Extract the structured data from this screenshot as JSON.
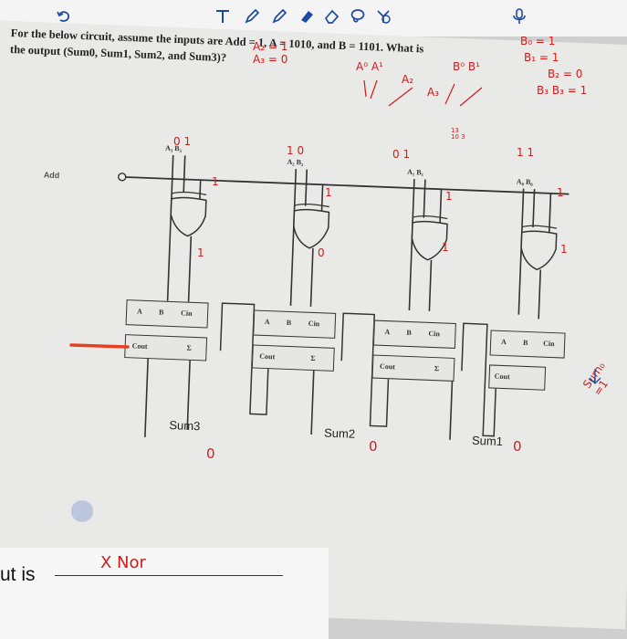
{
  "question": {
    "line1": "For the below circuit, assume the inputs are Add = 1, A = 1010, and B = 1101. What is",
    "line2": "the output (Sum0, Sum1, Sum2, and Sum3)?"
  },
  "circuit": {
    "add_label": "Add",
    "pin_a": "A",
    "pin_b": "B",
    "pin_cin": "Cin",
    "pin_cout": "Cout",
    "pin_sigma": "Σ",
    "stages": [
      {
        "inputs": "A₃ B₃",
        "sum_label": "Sum3"
      },
      {
        "inputs": "A₂ B₂",
        "sum_label": "Sum2"
      },
      {
        "inputs": "A₁ B₁",
        "sum_label": "Sum1"
      },
      {
        "inputs": "A₀ B₀",
        "sum_label": "Sum0"
      }
    ]
  },
  "annotations": {
    "a2": "A₂ = 1",
    "a3": "A₃ = 0",
    "b0": "B₀ = 1",
    "b1": "B₁ = 1",
    "b2": "B₂ = 0",
    "b3": "B₃ B₃ = 1",
    "a_labels": "A⁰ A¹",
    "a2_arrow": "A₂",
    "a3_arrow": "A₃",
    "b_labels": "B⁰ B¹",
    "calc": "13 10 3",
    "stage3_bits": "0 1",
    "stage2_bits": "1 0",
    "stage1_bits": "0 1",
    "stage0_bits": "1 1",
    "xnor3": "1",
    "xnor2": "0",
    "xnor1": "1",
    "xnor0": "1",
    "sum3_val": "0",
    "sum2_val": "0",
    "sum1_val": "0",
    "sum0_note": "Sum₀ =1",
    "answer": "X Nor"
  },
  "answer_prefix": "ut is",
  "colors": {
    "ink_red": "#d21b1b",
    "ink_blue": "#1d4aa3",
    "wire": "#333333"
  }
}
